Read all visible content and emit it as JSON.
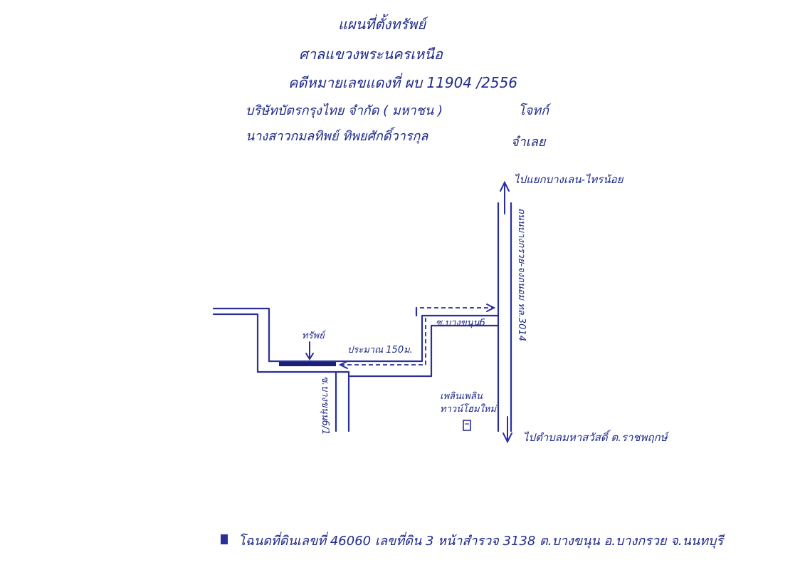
{
  "header": {
    "title": "แผนที่ตั้งทรัพย์",
    "court": "ศาลแขวงพระนครเหนือ",
    "case": "คดีหมายเลขแดงที่ ผบ 11904 /2556",
    "plaintiff": "บริษัทบัตรกรุงไทย จำกัด ( มหาชน )",
    "defendant": "นางสาวกมลทิพย์ ทิพยศักดิ์วารกุล",
    "label_plaintiff": "โจทก์",
    "label_defendant": "จำเลย"
  },
  "map": {
    "north_destination": "ไปแยกบางเลน-ไทรน้อย",
    "main_road": "ถนนบางกรวย-จงถนอม ทล.3014",
    "south_destination": "ไปตำบลมหาสวัสดิ์ ต.ราชพฤกษ์",
    "soi_top": "ซ.บางขนุน6",
    "soi_bottom": "ซ.บางขนุน6/1",
    "property_label": "ทรัพย์",
    "distance_label": "ประมาณ 150ม.",
    "landmark": "เพลินเพลิน ทาวน์โฮมใหม่"
  },
  "footer": {
    "legend_text": "โฉนดที่ดินเลขที่ 46060 เลขที่ดิน 3 หน้าสำรวจ 3138 ต.บางขนุน อ.บางกรวย จ.นนทบุรี"
  },
  "colors": {
    "ink": "#1e2a8a",
    "paper": "#ffffff"
  }
}
